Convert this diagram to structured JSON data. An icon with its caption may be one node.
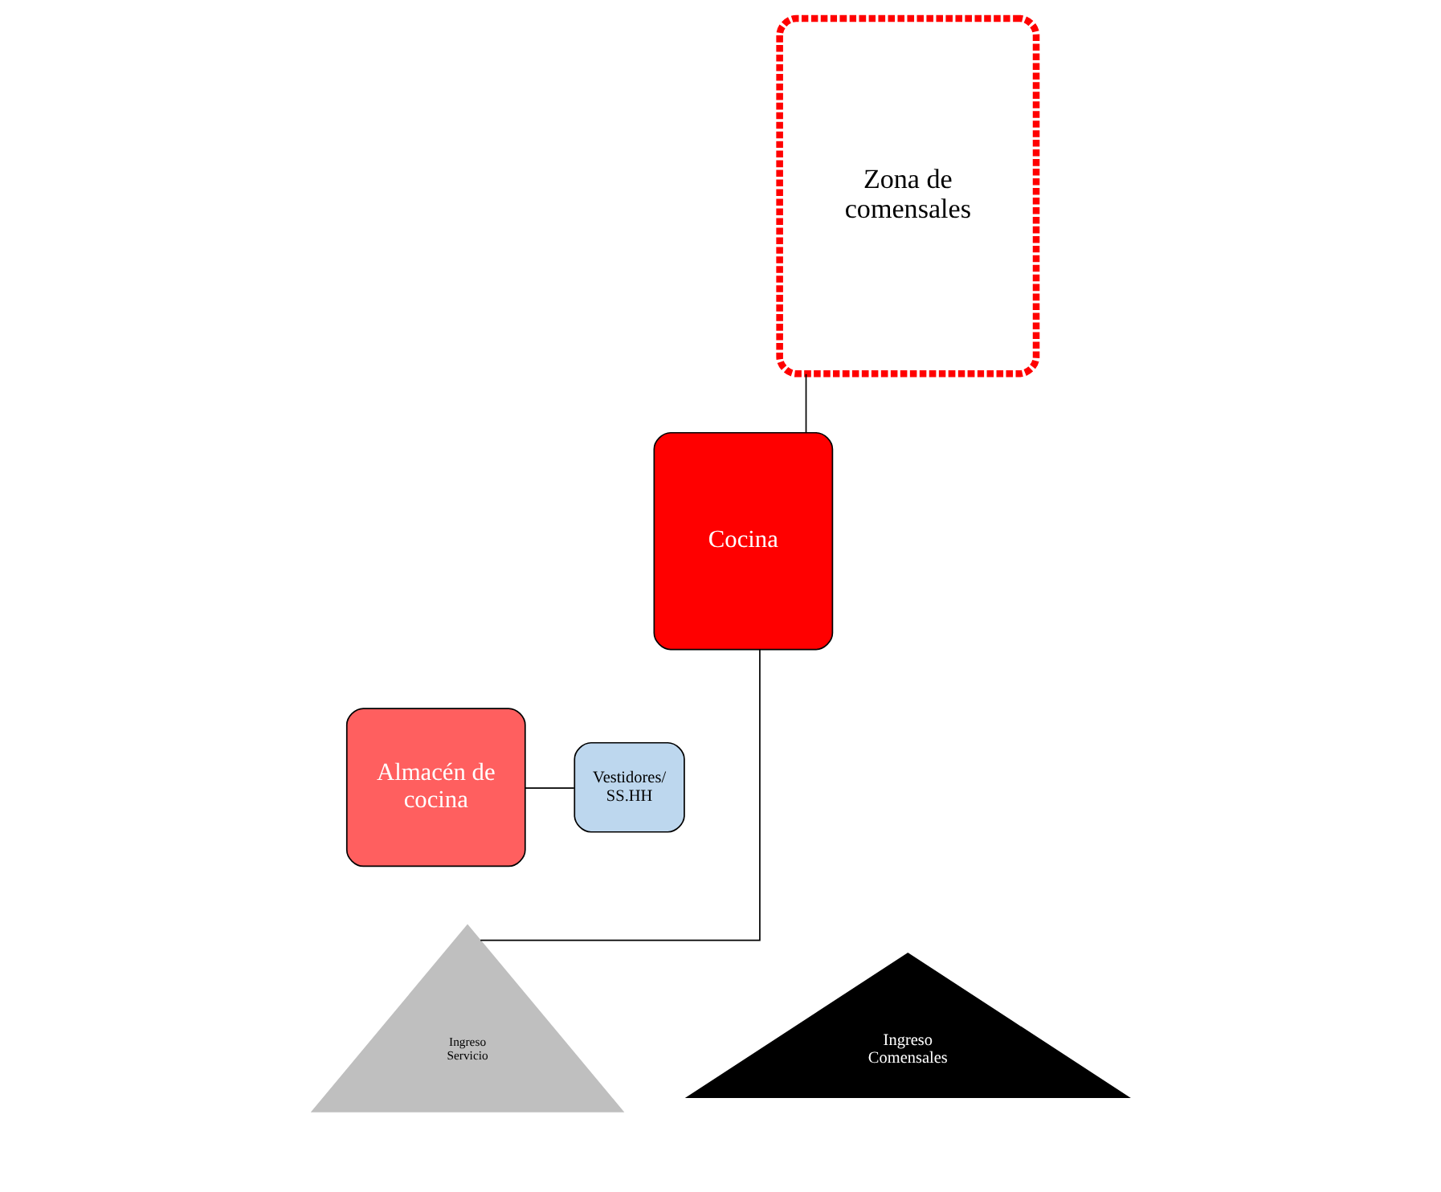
{
  "diagram": {
    "nodes": [
      {
        "text": [
          "Zona de comensales"
        ]
      },
      {
        "text": [
          "Cocina"
        ]
      },
      {
        "text": [
          "Almacén de cocina"
        ]
      },
      {
        "text": [
          "Vestidores/ SS.HH"
        ]
      },
      {
        "text": [
          "Ingreso Comensales"
        ]
      },
      {
        "text": [
          "Ingreso Servicio"
        ]
      }
    ],
    "edges": [
      {
        "from": 0,
        "to": 1,
        "arrow": "none"
      },
      {
        "from": 1,
        "to": 5,
        "arrow": "none"
      },
      {
        "from": 2,
        "to": 3,
        "arrow": "none"
      }
    ]
  }
}
